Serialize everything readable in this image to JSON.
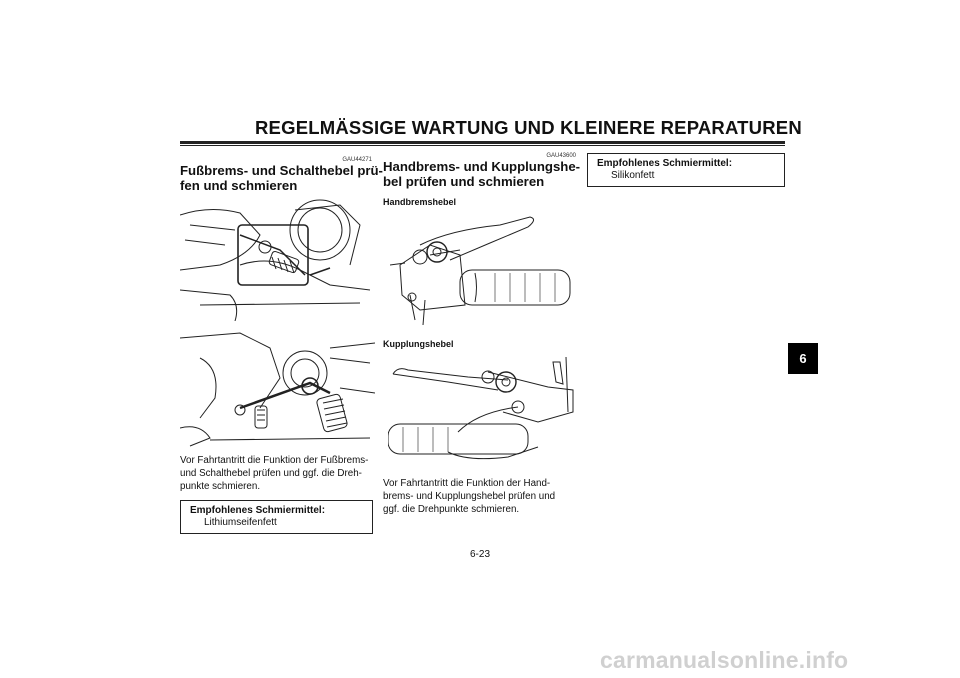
{
  "header": {
    "title": "REGELMÄSSIGE WARTUNG UND KLEINERE REPARATUREN"
  },
  "left_section": {
    "code": "GAU44271",
    "title_line1": "Fußbrems- und Schalthebel prü-",
    "title_line2": "fen und schmieren",
    "body_line1": "Vor Fahrtantritt die Funktion der Fußbrems-",
    "body_line2": "und Schalthebel prüfen und ggf. die Dreh-",
    "body_line3": "punkte schmieren.",
    "lubricant_box": {
      "title": "Empfohlenes Schmiermittel:",
      "value": "Lithiumseifenfett"
    }
  },
  "middle_section": {
    "code": "GAU43600",
    "title_line1": "Handbrems- und Kupplungshe-",
    "title_line2": "bel prüfen und schmieren",
    "subtitle_hand": "Handbremshebel",
    "subtitle_clutch": "Kupplungshebel",
    "body_line1": "Vor Fahrtantritt die Funktion der Hand-",
    "body_line2": "brems- und Kupplungshebel prüfen und",
    "body_line3": "ggf. die Drehpunkte schmieren."
  },
  "right_section": {
    "lubricant_box": {
      "title": "Empfohlenes Schmiermittel:",
      "value": "Silikonfett"
    }
  },
  "chapter_tab": "6",
  "page_number": "6-23",
  "watermark": "carmanualsonline.info"
}
